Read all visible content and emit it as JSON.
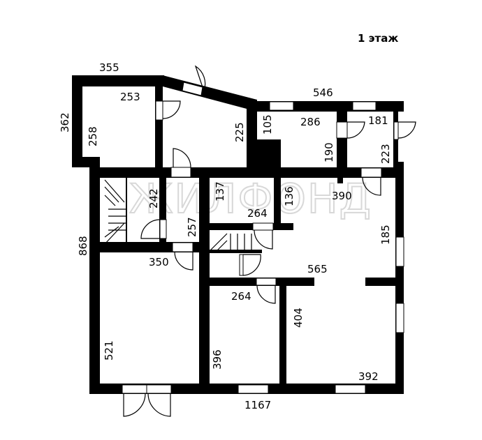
{
  "title": "1 этаж",
  "watermark": "ЖИЛФОНД",
  "dimensions": {
    "top_left_width": "355",
    "top_right_width": "546",
    "top_left_height": "362",
    "room_a_width": "253",
    "room_a_height": "258",
    "room_b_height": "225",
    "room_c_small": "105",
    "room_c_width": "286",
    "room_c_height": "190",
    "room_d_width": "181",
    "room_d_height": "223",
    "stair_height": "242",
    "corridor_a_height": "137",
    "corridor_b_height": "136",
    "hall_width": "390",
    "closet_width": "264",
    "closet_height": "257",
    "total_height": "868",
    "hall_height": "185",
    "room_e_width": "350",
    "hall_length": "565",
    "room_f_width": "264",
    "room_g_height": "404",
    "room_e_height": "521",
    "room_f_height": "396",
    "room_g_width": "392",
    "total_width": "1167"
  }
}
